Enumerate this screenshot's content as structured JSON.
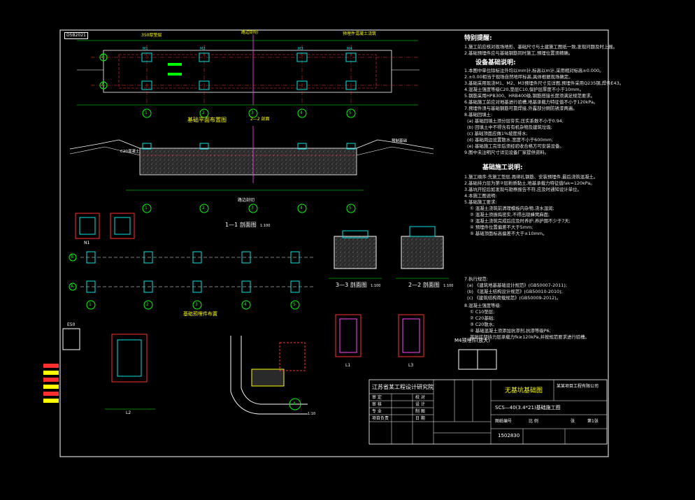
{
  "drawing": {
    "stamp": "D5B2021",
    "plan_title": "基础平面布置图",
    "section_1_title": "1—1 剖面图",
    "section_1_scale": "1:100",
    "section_2_title": "2—2 剖面图",
    "section_2_scale": "1:100",
    "section_3_title": "3—3 剖面图",
    "section_3_scale": "1:100",
    "embed_title": "基础预埋件布置",
    "m4_title": "M4预埋件(放大)",
    "detail_a_scale": "1:10",
    "axis_numbers": [
      "1",
      "2",
      "3",
      "4",
      "5"
    ],
    "axis_rows": [
      "A",
      "B"
    ],
    "labels": {
      "l1": "L1",
      "l2": "L2",
      "l3": "L3",
      "m1": "M1",
      "m2": "M2",
      "m3": "M3",
      "m4": "M4",
      "n1": "N1",
      "e50": "E50",
      "ab": "A"
    },
    "annotations": {
      "top_left": "350厚垫层",
      "top_center": "路边剖切",
      "top_right": "预埋件混凝土浇筑",
      "plan_note": "2—2 剖面",
      "section_left": "C20混凝土",
      "section_right": "预制基础",
      "bottom_center": "路边剖切"
    }
  },
  "notes": {
    "heading": "特别提醒:",
    "reminders": [
      "1.施工前应核对现场地形、基础尺寸与土建施工图纸一致,发现问题及时上报。",
      "2.基础预埋件应与基础钢筋同时施工,预埋位置须精确。"
    ],
    "design_heading": "设备基础说明:",
    "design_items": [
      "1.本图中单位除标注外均以mm计,标高以m计,采用相对标高±0.000。",
      "2.±0.00相当于现场自然地坪标高,具体根据现场确定。",
      "3.基础采用现浇M1、M2、M3预埋件尺寸见详图,预埋件采用Q235钢,焊条E43。",
      "4.混凝土强度等级C20,垫层C10,保护层厚度不小于10mm。",
      "5.钢筋采用HPB300、HRB400级,钢筋搭接长度须满足规范要求。",
      "6.基础施工前应对地基进行验槽,地基承载力特征值不小于120kPa。",
      "7.预埋件须与基础钢筋可靠焊接,外露部分刷防锈漆两遍。",
      "8.基础回填土:"
    ],
    "design_sub": [
      "(a) 基础回填土须分层夯实,压实系数不小于0.94;",
      "(b) 回填土中不得含有有机杂物及建筑垃圾;",
      "(c) 基础顶面应做1%坡度排水;",
      "(d) 基础周边设置散水,宽度不小于600mm;",
      "(e) 基础施工完毕后须经验收合格方可安装设备。",
      "9.图中未注明尺寸详见设备厂家提供资料。"
    ],
    "construction_heading": "基础施工说明:",
    "construction_items": [
      "1.施工顺序:先施工垫层,再绑扎钢筋、安装预埋件,最后浇筑混凝土。",
      "2.基础持力层为第②层粉质黏土,地基承载力特征值fak=120kPa。",
      "3.基坑开挖后如发现与勘察报告不符,应及时通知设计单位。",
      "4.本施工图说明:",
      "5.基础施工要求:"
    ],
    "construction_sub": [
      "① 混凝土浇筑前清理模板内杂物,浇水湿润;",
      "② 混凝土须振捣密实,不得出现蜂窝麻面;",
      "③ 混凝土浇筑完成后应及时养护,养护期不少于7天;",
      "④ 预埋件位置偏差不大于5mm;",
      "⑤ 基础顶面标高偏差不大于±10mm。"
    ],
    "standards_heading": "7.执行规范:",
    "standards": [
      "(a) 《建筑地基基础设计规范》(GB50007-2011);",
      "(b) 《混凝土结构设计规范》(GB50010-2010);",
      "(c) 《建筑结构荷载规范》(GB50009-2012)。"
    ],
    "concrete_heading": "8.混凝土强度等级:",
    "concrete": [
      "① C10垫层;",
      "② C20基础;",
      "③ C20散水;",
      "④ 基础混凝土须添加抗渗剂,抗渗等级P6;",
      "   基础底部持力层承载力fk≥120kPa,并按规范要求进行验槽。"
    ]
  },
  "title_block": {
    "institute": "江苏省某工程设计研究院",
    "drawing_name": "无基坑基础图",
    "project": "某某项目工程有限公司",
    "drawing_no": "SCS—40(3.4*21)基础施工图",
    "sheet_code": "1502830",
    "rows": [
      [
        "审 定",
        "",
        "校 对",
        ""
      ],
      [
        "审 核",
        "",
        "设 计",
        ""
      ],
      [
        "专 业",
        "",
        "制 图",
        ""
      ],
      [
        "项目负责",
        "",
        "日 期",
        ""
      ]
    ],
    "fields": [
      "图纸编号",
      "比 例",
      "张",
      "第1张"
    ]
  }
}
